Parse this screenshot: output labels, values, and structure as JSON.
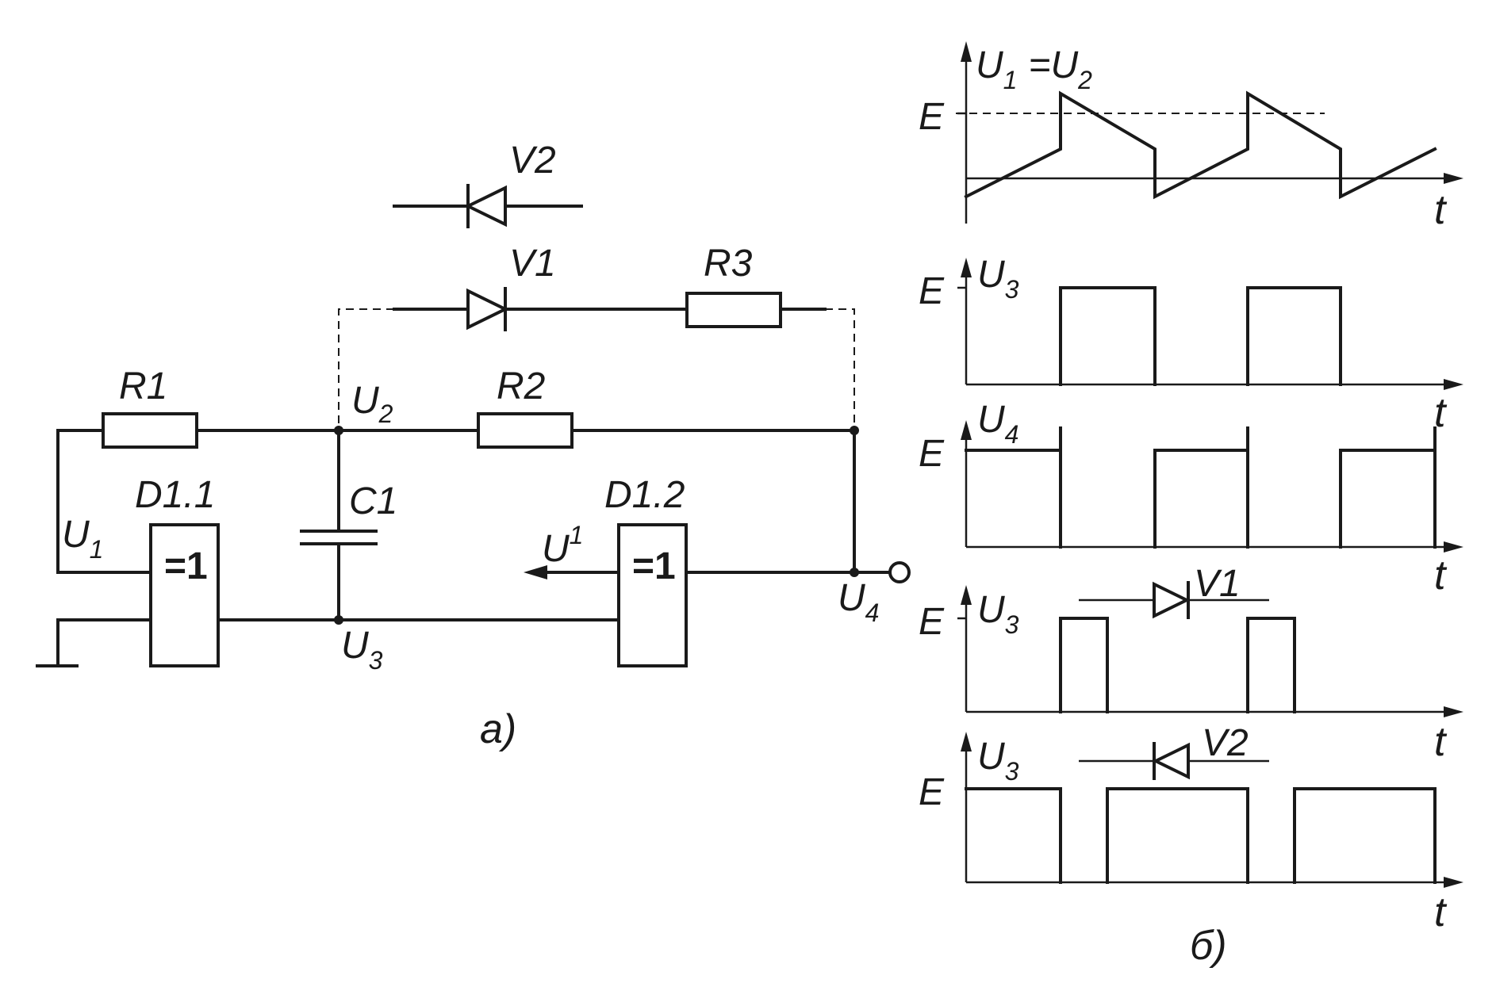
{
  "circuit": {
    "caption": "а)",
    "diode_v2": "V2",
    "diode_v1": "V1",
    "resistor_r1": "R1",
    "resistor_r2": "R2",
    "resistor_r3": "R3",
    "capacitor_c1": "C1",
    "gate1_name": "D1.1",
    "gate1_symbol": "=1",
    "gate2_name": "D1.2",
    "gate2_symbol": "=1",
    "node_u1": {
      "letter": "U",
      "index": "1"
    },
    "node_u2": {
      "letter": "U",
      "index": "2"
    },
    "node_u3": {
      "letter": "U",
      "index": "3"
    },
    "node_u4": {
      "letter": "U",
      "index": "4"
    },
    "output_u": {
      "letter": "U",
      "index": "1"
    }
  },
  "timing": {
    "caption": "б)",
    "time_label": "t",
    "level_label": "E",
    "plot1": {
      "l1": "U",
      "i1": "1",
      "eq": "=",
      "l2": "U",
      "i2": "2"
    },
    "plot2": {
      "l": "U",
      "i": "3"
    },
    "plot3": {
      "l": "U",
      "i": "4"
    },
    "plot4": {
      "l": "U",
      "i": "3",
      "diode": "V1"
    },
    "plot5": {
      "l": "U",
      "i": "3",
      "diode": "V2"
    }
  }
}
